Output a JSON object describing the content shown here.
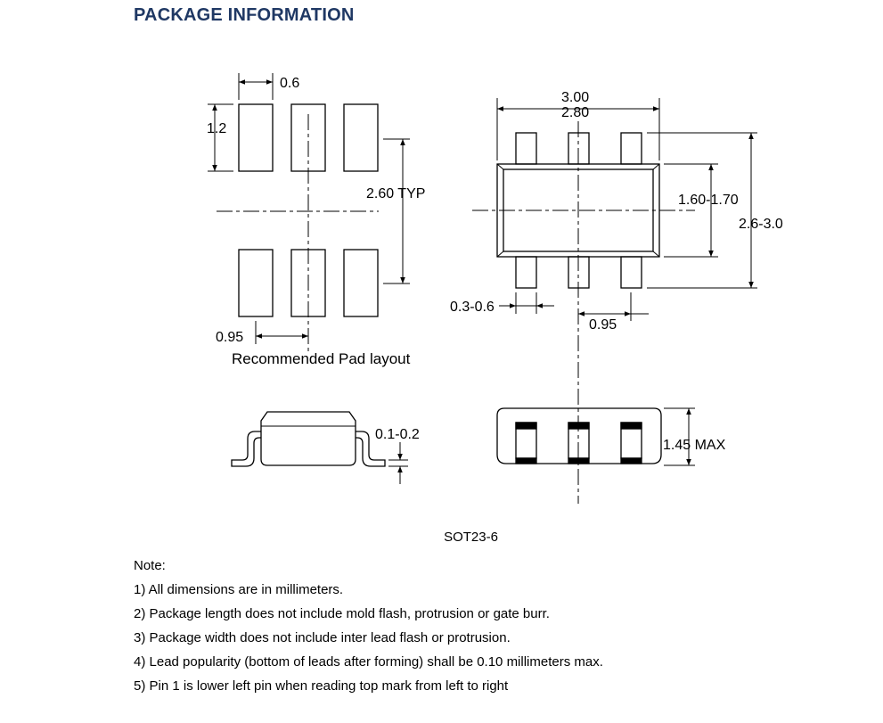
{
  "page": {
    "title": "PACKAGE INFORMATION",
    "package_name": "SOT23-6"
  },
  "drawing": {
    "pad_layout": {
      "dim_pad_width": "0.6",
      "dim_pad_height": "1.2",
      "dim_row_spacing": "2.60 TYP",
      "dim_pitch": "0.95",
      "caption": "Recommended Pad layout"
    },
    "top_view": {
      "dim_length_max": "3.00",
      "dim_length_min": "2.80",
      "dim_body_width": "1.60-1.70",
      "dim_overall_width": "2.6-3.0",
      "dim_lead_width": "0.3-0.6",
      "dim_pitch": "0.95"
    },
    "side_view": {
      "dim_lead_thickness": "0.1-0.2"
    },
    "front_view": {
      "dim_height": "1.45 MAX"
    }
  },
  "notes": {
    "heading": "Note:",
    "items": [
      "1) All dimensions are in millimeters.",
      "2) Package length does not include mold flash, protrusion or gate burr.",
      "3) Package width does not include inter lead flash or protrusion.",
      "4) Lead popularity (bottom of leads after forming) shall be 0.10 millimeters max.",
      "5) Pin 1 is lower left pin when reading top mark from left to right"
    ]
  }
}
